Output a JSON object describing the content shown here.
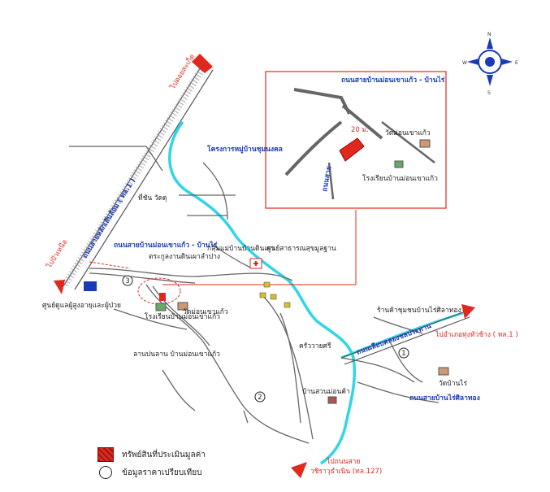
{
  "map": {
    "direction_north_top": "ไปดอยสะเก็ด",
    "direction_southwest": "ไปปัวเหนือ",
    "highway_main": "ถนนสายหลักเส้นล้อม ( ทล.1 )",
    "road_main_label": "ถนนสายบ้านม่อนเขาแก้ว - บ้านไร่",
    "route_label_2": "ถนนสายบ้านไร่ศิลาทอง",
    "route_label_3": "ถนนเลียบคลองชลประทาน",
    "direction_east": "ไปอำเภอทุ่งหัวช้าง ( ทล.1 )",
    "direction_south_1": "ไปถนนสาย",
    "direction_south_2": "วชิราวุธำเนิน (ทล.127)",
    "project_label": "โครงการหมู่บ้านชุมนงคล",
    "temple_rathu": "ที่ชัน วัดดุ",
    "school_monkhaokaew": "โรงเรียนบ้านม่อนเขาแก้ว",
    "temple_monkhaokaew": "วัดม่อนเขาแก้ว",
    "center_hospital": "ศูนย์ดูแลผู้สูงอายุและผู้ป่วย",
    "community_hall": "กลุ่มแม่บ้านบ้านดินเผา",
    "health_center": "ศูนย์สาธารณสุขมูลฐาน",
    "factory": "ตระกูลงานดินเผาลำปาง",
    "field_label": "ลานปนลาน บ้านม่อนเขาแก้ว",
    "shop_label": "ร้านค้าชุมชนบ้านไร่ศิลาทอง",
    "village_label": "บ้านสวนม่อนค้า",
    "temple_rai": "วัดบ้านไร่",
    "monk_label": "ครัววายศรี",
    "distance_inset": "20 ม.",
    "marker_1": "1",
    "marker_2": "2",
    "marker_3": "3",
    "inset_title": "ถนนสายบ้านม่อนเขาแก้ว - บ้านไร่",
    "inset_school": "โรงเรียนบ้านม่อนเขาแก้ว",
    "inset_temple": "วัดม่อนเขาแก้ว",
    "inset_road_label": "ถนนสาย",
    "compass_n": "N",
    "compass_s": "S",
    "compass_e": "E",
    "compass_w": "W"
  },
  "legend": {
    "property": "ทรัพย์สินที่ประเมินมูลค่า",
    "comparable": "ข้อมูลราคาเปรียบเทียบ"
  },
  "colors": {
    "river": "#2fd6e6",
    "road": "#555555",
    "highway_red": "#e0281e",
    "inset_border": "#e0281e",
    "label_blue": "#1a3ab8"
  }
}
